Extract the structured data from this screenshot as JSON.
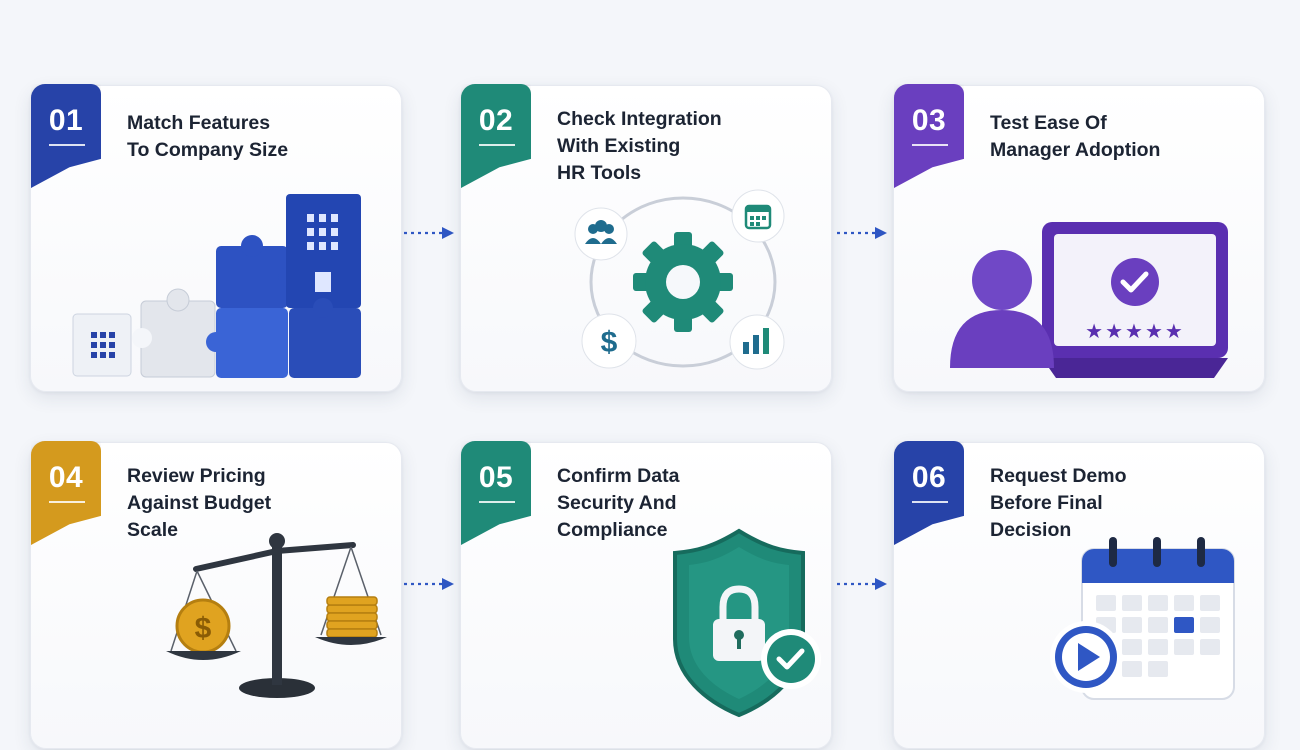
{
  "colors": {
    "blue": "#2743a8",
    "teal": "#1f8a78",
    "purple": "#6a3fbf",
    "gold": "#d49a1e",
    "arrow": "#2f57c4"
  },
  "steps": [
    {
      "number": "01",
      "title_lines": [
        "Match Features",
        "To Company Size"
      ],
      "badge_color": "blue",
      "illustration": "puzzle-buildings"
    },
    {
      "number": "02",
      "title_lines": [
        "Check Integration",
        "With Existing",
        "HR Tools"
      ],
      "badge_color": "teal",
      "illustration": "gear-integration"
    },
    {
      "number": "03",
      "title_lines": [
        "Test Ease Of",
        "Manager Adoption"
      ],
      "badge_color": "purple",
      "illustration": "user-monitor-rating"
    },
    {
      "number": "04",
      "title_lines": [
        "Review Pricing",
        "Against Budget",
        "Scale"
      ],
      "badge_color": "gold",
      "illustration": "balance-scale"
    },
    {
      "number": "05",
      "title_lines": [
        "Confirm Data",
        "Security And",
        "Compliance"
      ],
      "badge_color": "teal",
      "illustration": "shield-lock"
    },
    {
      "number": "06",
      "title_lines": [
        "Request Demo",
        "Before Final",
        "Decision"
      ],
      "badge_color": "blue",
      "illustration": "calendar-play"
    }
  ],
  "icons": {
    "dollar_glyph": "$",
    "rating_glyph": "★★★★★"
  }
}
